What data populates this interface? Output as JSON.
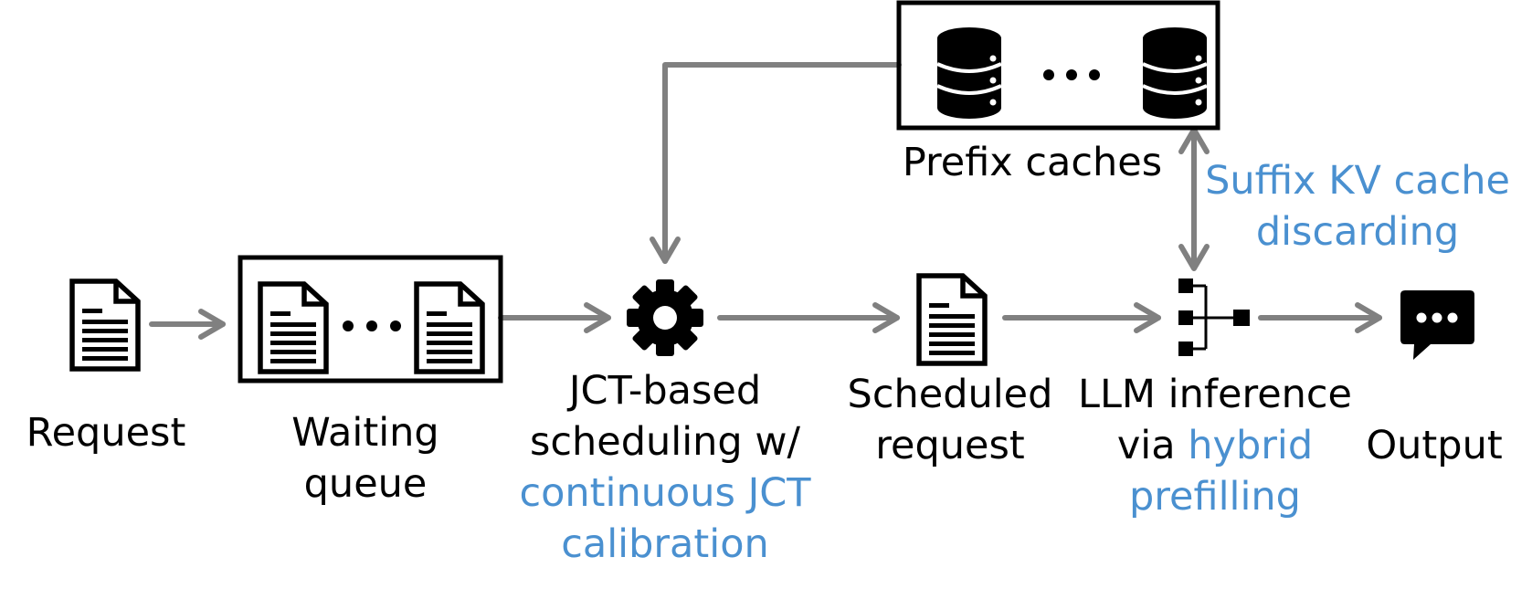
{
  "colors": {
    "arrow": "#808080",
    "accent": "#4a90d0",
    "ink": "#000000"
  },
  "icons": {
    "request": "document-icon",
    "queue_items": [
      "document-icon",
      "ellipsis-icon",
      "document-icon"
    ],
    "scheduler": "gear-icon",
    "scheduled_request": "document-icon",
    "inference": "network-icon",
    "output": "chat-bubble-icon",
    "caches": [
      "database-icon",
      "ellipsis-icon",
      "database-icon"
    ]
  },
  "labels": {
    "request": "Request",
    "waiting_queue": [
      "Waiting",
      "queue"
    ],
    "scheduler": {
      "line1": "JCT-based",
      "line2": "scheduling w/",
      "line3": "continuous JCT",
      "line4": "calibration"
    },
    "scheduled_request": [
      "Scheduled",
      "request"
    ],
    "inference": {
      "line1": "LLM inference",
      "line2_prefix": "via ",
      "line2_highlight": "hybrid",
      "line3": "prefilling"
    },
    "output": "Output",
    "prefix_caches": "Prefix caches",
    "suffix": [
      "Suffix KV cache",
      "discarding"
    ]
  }
}
